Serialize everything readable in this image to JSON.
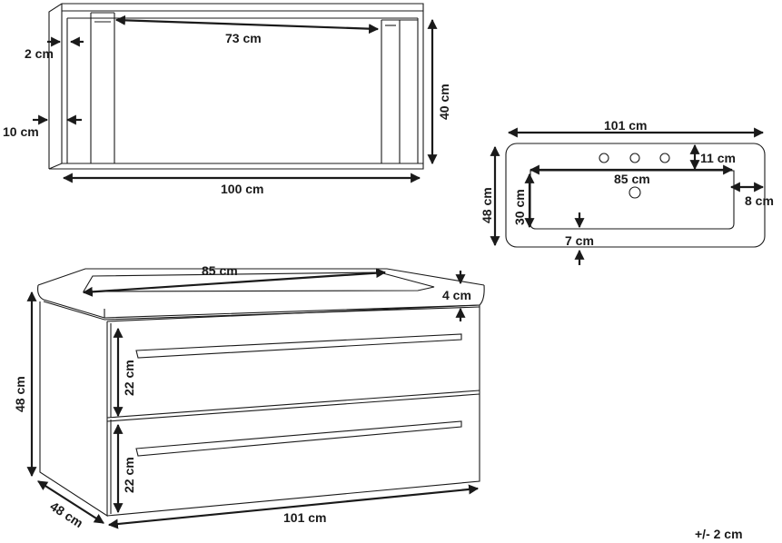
{
  "mirror": {
    "inner_width": "73 cm",
    "frame_width": "2 cm",
    "shelf_width": "10 cm",
    "height": "40 cm",
    "width": "100 cm"
  },
  "basin": {
    "width": "101 cm",
    "depth": "48 cm",
    "tap_holes_offset": "11 cm",
    "bowl_width": "85 cm",
    "bowl_depth": "30 cm",
    "side_margin": "8 cm",
    "front_margin": "7 cm"
  },
  "cabinet": {
    "sink_width": "85 cm",
    "top_thickness": "4 cm",
    "height": "48 cm",
    "drawer_top": "22 cm",
    "drawer_bottom": "22 cm",
    "depth": "48 cm",
    "width": "101 cm"
  },
  "tolerance": "+/- 2 cm"
}
